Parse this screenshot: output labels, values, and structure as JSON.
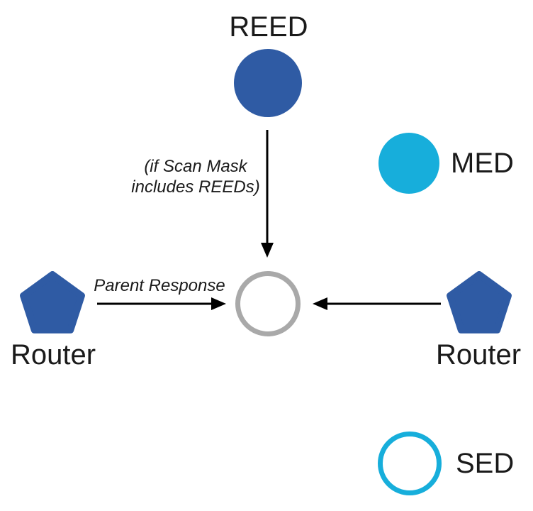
{
  "colors": {
    "navy": "#2F5BA4",
    "cyan": "#17AEDB",
    "gray": "#A9A9A9",
    "text": "#1A1A1A",
    "arrow": "#000000",
    "background": "#FFFFFF"
  },
  "nodes": {
    "reed": {
      "label": "REED",
      "shape": "filled-circle",
      "color": "navy"
    },
    "med": {
      "label": "MED",
      "shape": "filled-circle",
      "color": "cyan"
    },
    "parent": {
      "shape": "outlined-circle",
      "color": "gray"
    },
    "router_left": {
      "label": "Router",
      "shape": "pentagon",
      "color": "navy"
    },
    "router_right": {
      "label": "Router",
      "shape": "pentagon",
      "color": "navy"
    },
    "sed": {
      "label": "SED",
      "shape": "outlined-circle",
      "color": "cyan"
    }
  },
  "annotations": {
    "scan_mask_line1": "(if Scan Mask",
    "scan_mask_line2": "includes REEDs)",
    "parent_response": "Parent Response"
  }
}
